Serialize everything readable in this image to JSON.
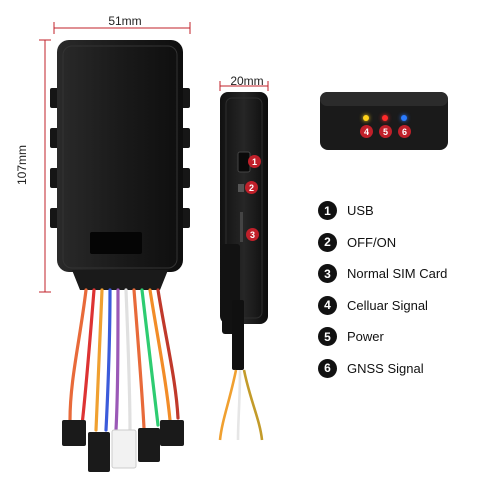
{
  "dimensions": {
    "width": "51mm",
    "height": "107mm",
    "depth": "20mm"
  },
  "indicators": [
    {
      "num": "4",
      "led_color": "#ffd21a"
    },
    {
      "num": "5",
      "led_color": "#ff2a2a"
    },
    {
      "num": "6",
      "led_color": "#2a7bff"
    }
  ],
  "side_markers": [
    "1",
    "2",
    "3"
  ],
  "legend": [
    {
      "num": "1",
      "label": "USB"
    },
    {
      "num": "2",
      "label": "OFF/ON"
    },
    {
      "num": "3",
      "label": "Normal SIM Card"
    },
    {
      "num": "4",
      "label": "Celluar Signal"
    },
    {
      "num": "5",
      "label": "Power"
    },
    {
      "num": "6",
      "label": "GNSS Signal"
    }
  ],
  "colors": {
    "device_body": "#1b1b1b",
    "dimension_line": "#c0202a",
    "badge": "#c0202a",
    "accent_text": "#111111"
  }
}
